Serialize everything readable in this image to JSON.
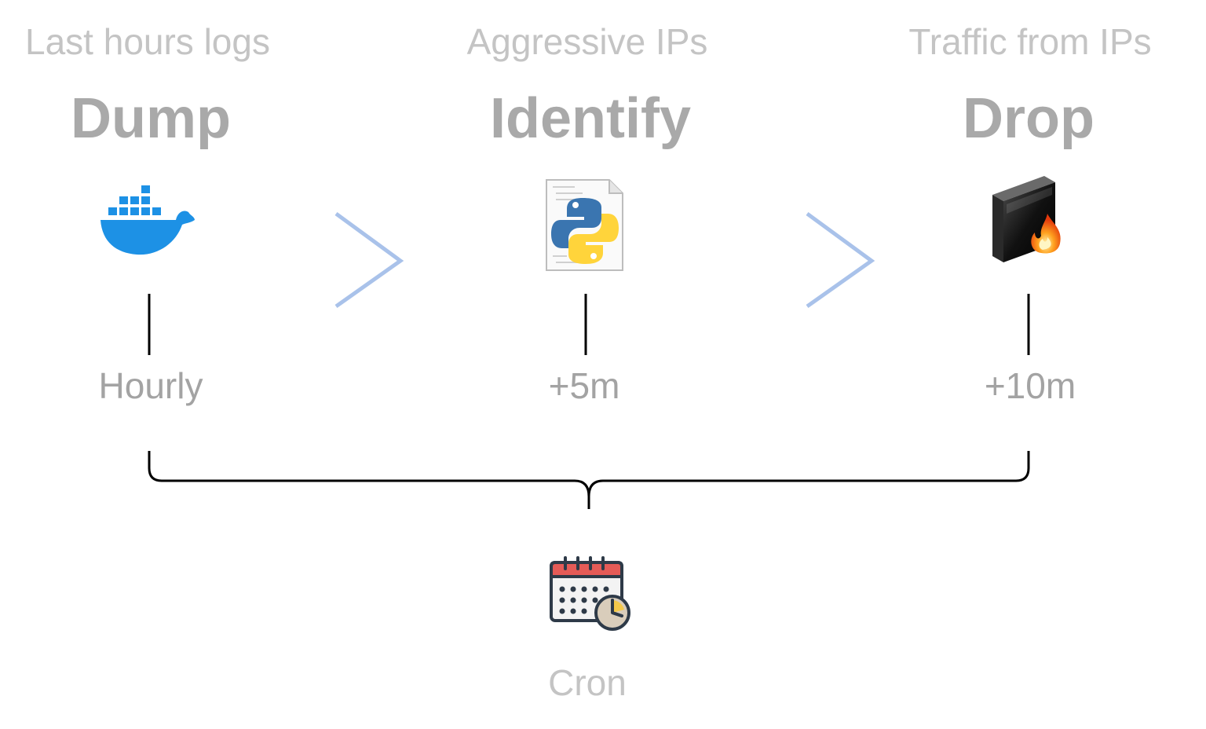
{
  "steps": [
    {
      "subtitle": "Last hours logs",
      "title": "Dump",
      "timing": "Hourly",
      "icon": "docker-whale-icon"
    },
    {
      "subtitle": "Aggressive IPs",
      "title": "Identify",
      "timing": "+5m",
      "icon": "python-script-icon"
    },
    {
      "subtitle": "Traffic from IPs",
      "title": "Drop",
      "timing": "+10m",
      "icon": "firewall-icon"
    }
  ],
  "scheduler": {
    "label": "Cron",
    "icon": "calendar-clock-icon"
  },
  "colors": {
    "subtitle": "#c4c4c4",
    "title": "#a9a9a9",
    "timing": "#a3a3a3",
    "arrow": "#a9c2ea",
    "docker": "#1d91e5",
    "python_blue": "#3a75b0",
    "python_yellow": "#ffd43b",
    "calendar_red": "#e55b57"
  }
}
